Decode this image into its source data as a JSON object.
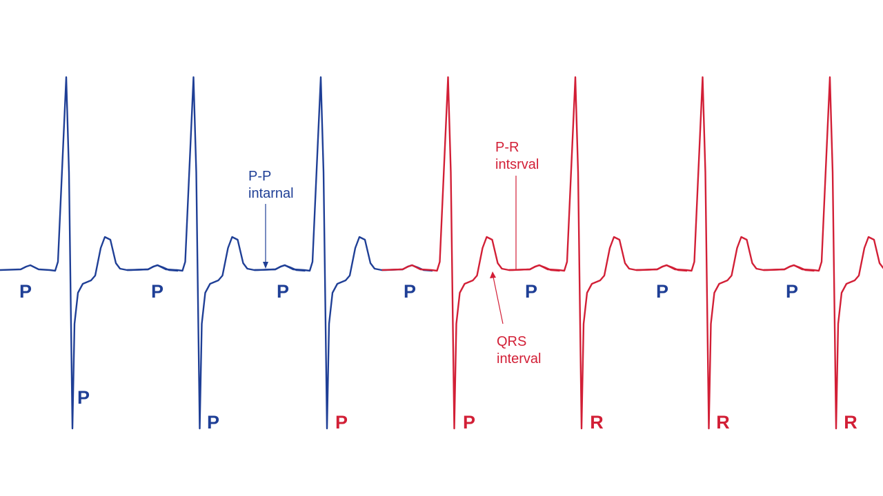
{
  "colors": {
    "blue": "#1f3f96",
    "red": "#d21f36",
    "background": "#ffffff"
  },
  "waves": [
    {
      "color": "blue"
    },
    {
      "color": "blue"
    },
    {
      "color": "blue"
    },
    {
      "color": "red"
    },
    {
      "color": "red"
    },
    {
      "color": "red"
    },
    {
      "color": "red"
    }
  ],
  "baseline_labels": [
    {
      "text": "P",
      "color": "blue"
    },
    {
      "text": "P",
      "color": "blue"
    },
    {
      "text": "P",
      "color": "blue"
    },
    {
      "text": "P",
      "color": "blue"
    },
    {
      "text": "P",
      "color": "blue"
    },
    {
      "text": "P",
      "color": "blue"
    },
    {
      "text": "P",
      "color": "blue"
    }
  ],
  "trough_labels": [
    {
      "text": "P",
      "color": "blue"
    },
    {
      "text": "P",
      "color": "blue"
    },
    {
      "text": "P",
      "color": "red"
    },
    {
      "text": "P",
      "color": "red"
    },
    {
      "text": "R",
      "color": "red"
    },
    {
      "text": "R",
      "color": "red"
    },
    {
      "text": "R",
      "color": "red"
    }
  ],
  "annotations": {
    "pp": {
      "line1": "P-P",
      "line2": "intarnal",
      "color": "blue"
    },
    "pr": {
      "line1": "P-R",
      "line2": "intsrval",
      "color": "red"
    },
    "qrs": {
      "line1": "QRS",
      "line2": "interval",
      "color": "red"
    }
  }
}
